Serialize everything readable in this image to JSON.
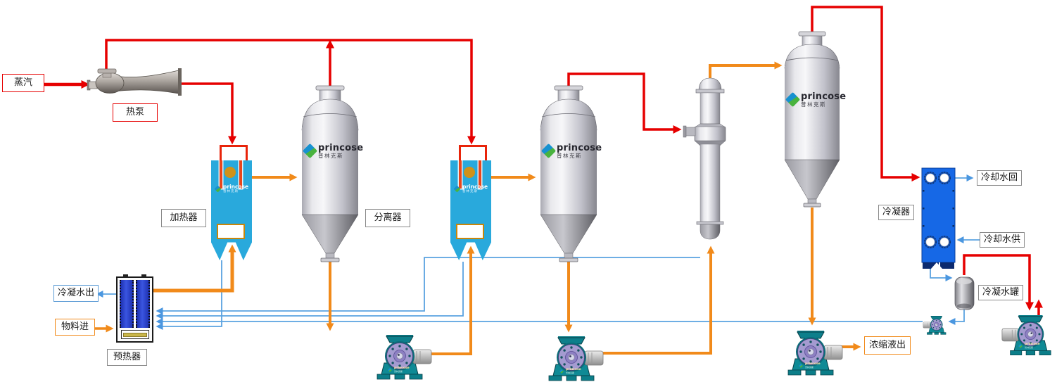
{
  "brand": {
    "name": "princose",
    "name_cn": "普林克斯"
  },
  "labels": {
    "steam": "蒸汽",
    "heat_pump": "热泵",
    "heater": "加热器",
    "separator": "分离器",
    "condenser": "冷凝器",
    "cooling_water_return": "冷却水回",
    "cooling_water_supply": "冷却水供",
    "condensate_tank": "冷凝水罐",
    "condensate_water_out": "冷凝水出",
    "material_in": "物料进",
    "preheater": "预热器",
    "concentrate_out": "浓缩液出"
  },
  "colors": {
    "steam_line": "#e60000",
    "process_line": "#f18a1a",
    "water_line": "#5aa2e0",
    "heater_body": "#29a9dc",
    "condenser_body": "#1668e6",
    "preheater_plates": "#2742cc",
    "pump_body": "#11929e",
    "pump_casing": "#a49bd0"
  }
}
